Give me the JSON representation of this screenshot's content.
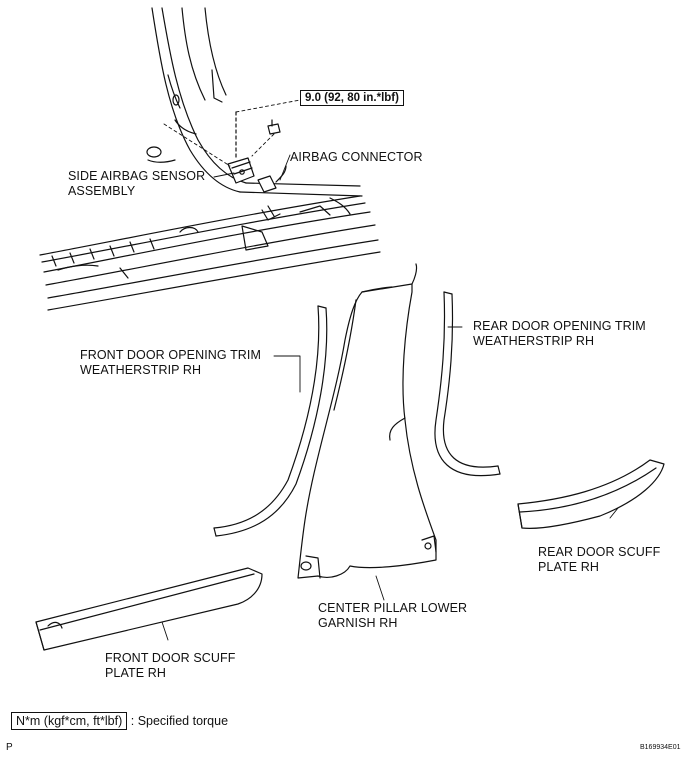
{
  "torque_spec": "9.0 (92, 80 in.*lbf)",
  "labels": {
    "side_airbag_sensor": [
      "SIDE AIRBAG SENSOR",
      "ASSEMBLY"
    ],
    "airbag_connector": [
      "AIRBAG CONNECTOR"
    ],
    "front_door_trim": [
      "FRONT DOOR OPENING TRIM",
      "WEATHERSTRIP RH"
    ],
    "rear_door_trim": [
      "REAR DOOR OPENING TRIM",
      "WEATHERSTRIP RH"
    ],
    "rear_scuff": [
      "REAR DOOR SCUFF",
      "PLATE RH"
    ],
    "center_pillar": [
      "CENTER PILLAR LOWER",
      "GARNISH RH"
    ],
    "front_scuff": [
      "FRONT DOOR SCUFF",
      "PLATE RH"
    ]
  },
  "legend": {
    "key": "N*m (kgf*cm, ft*lbf)",
    "text": ": Specified torque"
  },
  "corner_mark": "P",
  "figure_id": "B169934E01"
}
